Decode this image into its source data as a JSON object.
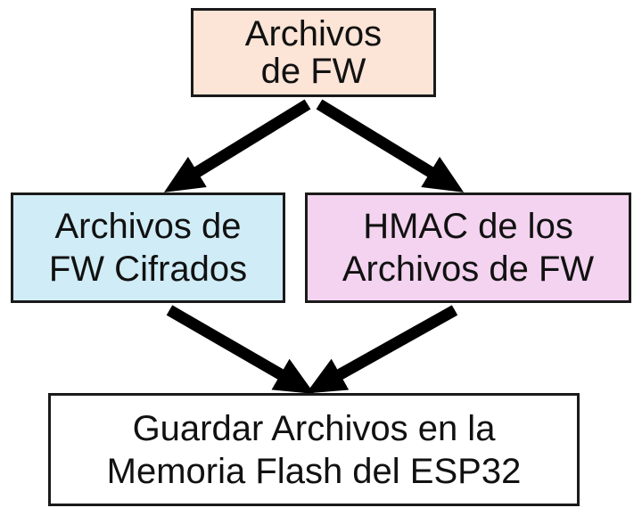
{
  "colors": {
    "top_fill": "#fce4d6",
    "left_fill": "#d0ecf6",
    "right_fill": "#f3d3ef",
    "bottom_fill": "#ffffff",
    "border": "#1a1a1a",
    "arrow": "#000000"
  },
  "nodes": {
    "source": {
      "line1": "Archivos",
      "line2": "de FW"
    },
    "encrypted": {
      "line1": "Archivos de",
      "line2": "FW Cifrados"
    },
    "hmac": {
      "line1": "HMAC de los",
      "line2": "Archivos de FW"
    },
    "store": {
      "line1": "Guardar Archivos en la",
      "line2": "Memoria Flash del ESP32"
    }
  }
}
